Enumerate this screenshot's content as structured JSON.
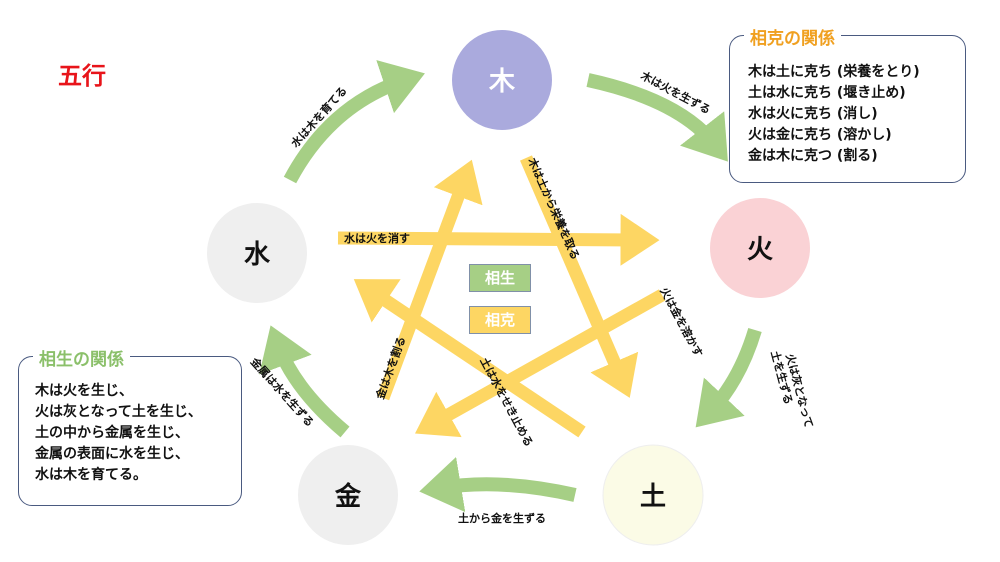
{
  "title": "五行",
  "elements": {
    "wood": "木",
    "fire": "火",
    "earth": "土",
    "metal": "金",
    "water": "水"
  },
  "generating_labels": {
    "wood_fire": "木は火を生ずる",
    "fire_earth_1": "火は灰となって",
    "fire_earth_2": "土を生ずる",
    "earth_metal": "土から金を生ずる",
    "metal_water": "金属は水を生ずる",
    "water_wood": "水は木を育てる"
  },
  "overcoming_labels": {
    "water_fire": "水は火を消す",
    "wood_earth": "木は土から栄養を取る",
    "fire_metal": "火は金を溶かす",
    "earth_water": "土は水をせき止める",
    "metal_wood": "金は木を割る"
  },
  "legend": {
    "generating": "相生",
    "overcoming": "相克"
  },
  "overcoming_box": {
    "title": "相克の関係",
    "lines": [
      "木は土に克ち (栄養をとり)",
      "土は水に克ち (堰き止め)",
      "水は火に克ち (消し)",
      "火は金に克ち (溶かし)",
      "金は木に克つ (割る)"
    ]
  },
  "generating_box": {
    "title": "相生の関係",
    "lines": [
      "木は火を生じ、",
      "火は灰となって土を生じ、",
      "土の中から金属を生じ、",
      "金属の表面に水を生じ、",
      "水は木を育てる。"
    ]
  },
  "colors": {
    "green": "#a6cf85",
    "yellow": "#fdd663",
    "wood": "#aaaadd",
    "fire": "#fad2d5",
    "earth": "#fbfbe6",
    "metal": "#efefef",
    "water": "#efefef",
    "red": "#e8141a",
    "orange": "#f0a020"
  }
}
